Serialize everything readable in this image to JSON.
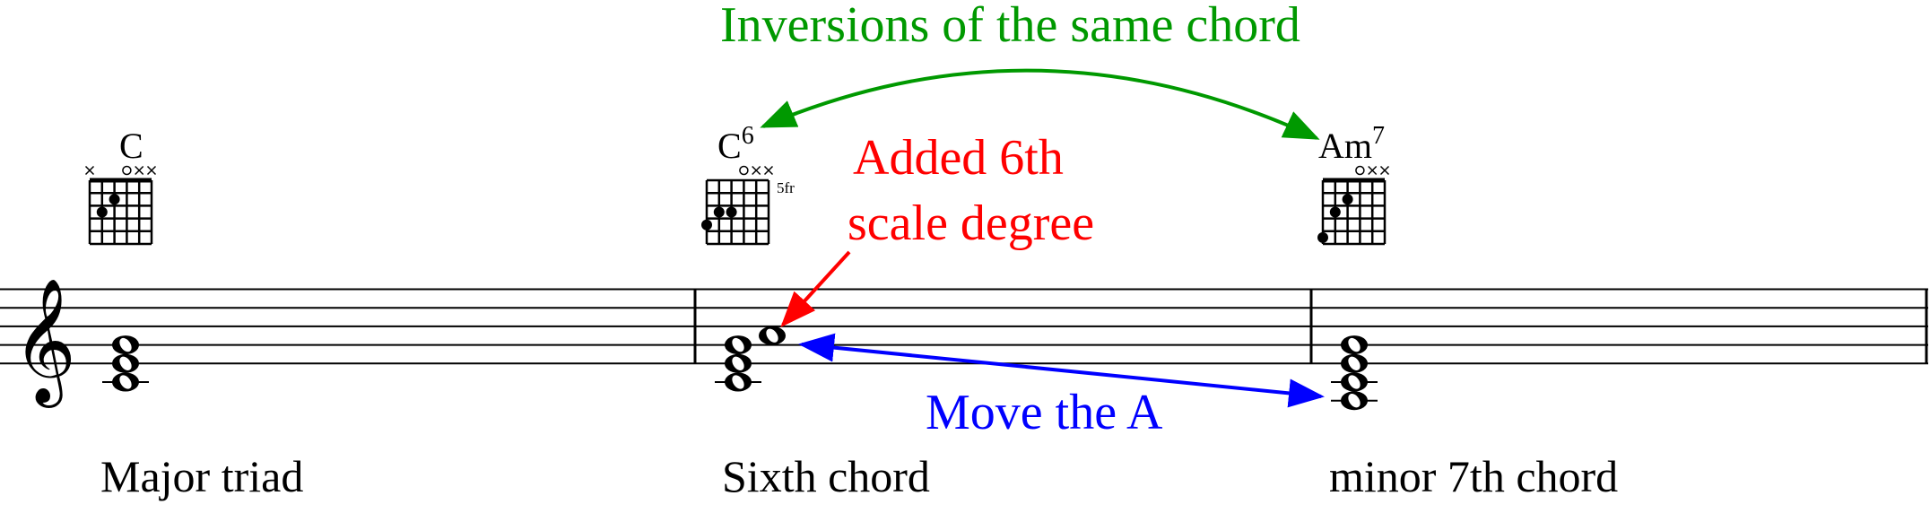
{
  "annotations": {
    "inversions": "Inversions of the same chord",
    "added_line1": "Added 6th",
    "added_line2": "scale degree",
    "move": "Move the A"
  },
  "colors": {
    "green": "#009900",
    "red": "#ff0000",
    "blue": "#0000ff",
    "ink": "#000000"
  },
  "clef": "𝄞",
  "chords": [
    {
      "name": "C",
      "sup": "",
      "label": "Major triad",
      "fret_label": "",
      "nut": true,
      "markers": [
        "x",
        "",
        "",
        "o",
        "x",
        "x"
      ],
      "dots": [
        [
          2,
          3
        ],
        [
          3,
          2
        ]
      ],
      "notes": [
        "G4",
        "E4",
        "C4"
      ]
    },
    {
      "name": "C",
      "sup": "6",
      "label": "Sixth chord",
      "fret_label": "5fr",
      "nut": false,
      "markers": [
        "",
        "",
        "",
        "o",
        "x",
        "x"
      ],
      "dots": [
        [
          1,
          4
        ],
        [
          2,
          3
        ],
        [
          3,
          3
        ]
      ],
      "notes": [
        "G4",
        "E4",
        "C4"
      ],
      "added_note": "A4"
    },
    {
      "name": "Am",
      "sup": "7",
      "label": "minor 7th chord",
      "fret_label": "",
      "nut": true,
      "markers": [
        "",
        "",
        "",
        "o",
        "x",
        "x"
      ],
      "dots": [
        [
          1,
          5
        ],
        [
          2,
          3
        ],
        [
          3,
          2
        ]
      ],
      "notes": [
        "G4",
        "E4",
        "C4",
        "A3"
      ]
    }
  ]
}
